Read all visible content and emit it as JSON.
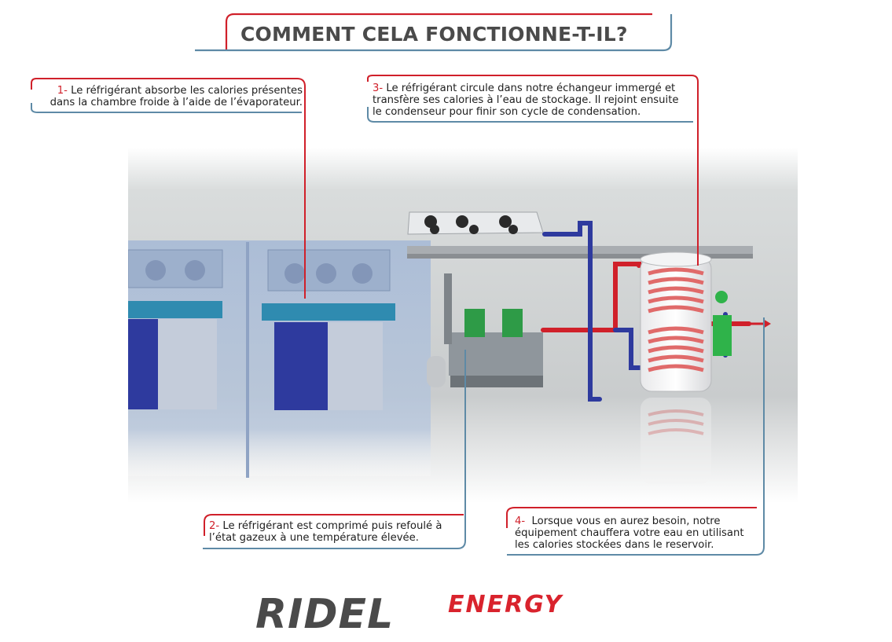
{
  "title": "COMMENT CELA FONCTIONNE-T-IL?",
  "steps": [
    {
      "num": "1-",
      "lines": [
        "Le réfrigérant absorbe les calories présentes",
        "dans la chambre froide à l’aide de l’évaporateur."
      ]
    },
    {
      "num": "2-",
      "lines": [
        "Le réfrigérant est comprimé puis refoulé à",
        "l’état gazeux à une température élevée."
      ]
    },
    {
      "num": "3-",
      "lines": [
        "Le réfrigérant circule dans notre échangeur immergé et",
        "transfère ses calories à l’eau de stockage. Il rejoint ensuite",
        "le condenseur pour finir son cycle de condensation."
      ]
    },
    {
      "num": "4-",
      "lines": [
        "Lorsque vous en aurez besoin, notre",
        "équipement chauffera votre eau en utilisant",
        "les calories stockées dans le reservoir."
      ]
    }
  ],
  "logo": {
    "brand": "RIDEL",
    "sub": "ENERGY"
  },
  "colors": {
    "red": "#d0202a",
    "blue": "#2e3a9e",
    "steel": "#5e8aa6",
    "title_gray": "#4a4a4a"
  }
}
